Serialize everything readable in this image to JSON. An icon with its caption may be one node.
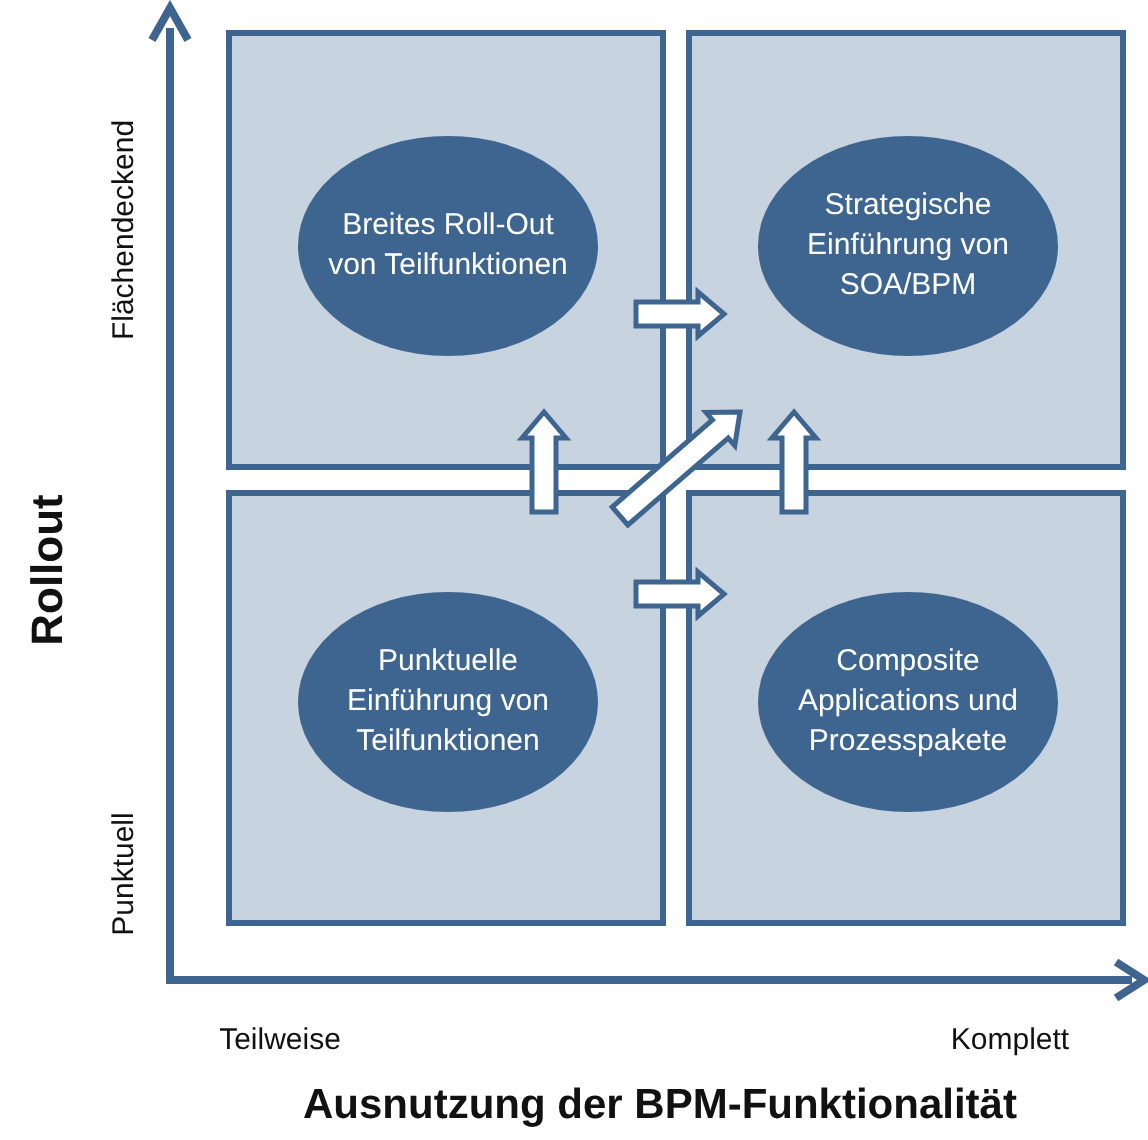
{
  "diagram": {
    "nodes": [
      {
        "text": [],
        "shape": "box"
      },
      {
        "text": [
          "Breites Roll-Out von Teilfunktionen"
        ],
        "in": 0
      },
      {
        "text": [],
        "shape": "box"
      },
      {
        "text": [
          "Strategische Einführung von SOA/BPM"
        ],
        "in": 2
      },
      {
        "text": [],
        "shape": "box"
      },
      {
        "text": [
          "Punktuelle Einführung von Teilfunktionen"
        ],
        "in": 4
      },
      {
        "text": [],
        "shape": "box"
      },
      {
        "text": [
          "Composite Applications und Prozesspakete"
        ],
        "in": 6
      }
    ],
    "edges": [
      {
        "from": 0,
        "to": 2,
        "arrow": "to"
      },
      {
        "from": 4,
        "to": 0,
        "arrow": "to"
      },
      {
        "from": 4,
        "to": 2,
        "arrow": "to"
      },
      {
        "from": 6,
        "to": 2,
        "arrow": "to"
      },
      {
        "from": 4,
        "to": 6,
        "arrow": "to"
      }
    ],
    "labels": [
      "Flächendeckend",
      "Rollout",
      "Punktuell",
      "Teilweise",
      "Komplett",
      "Ausnutzung der BPM-Funktionalität"
    ]
  }
}
